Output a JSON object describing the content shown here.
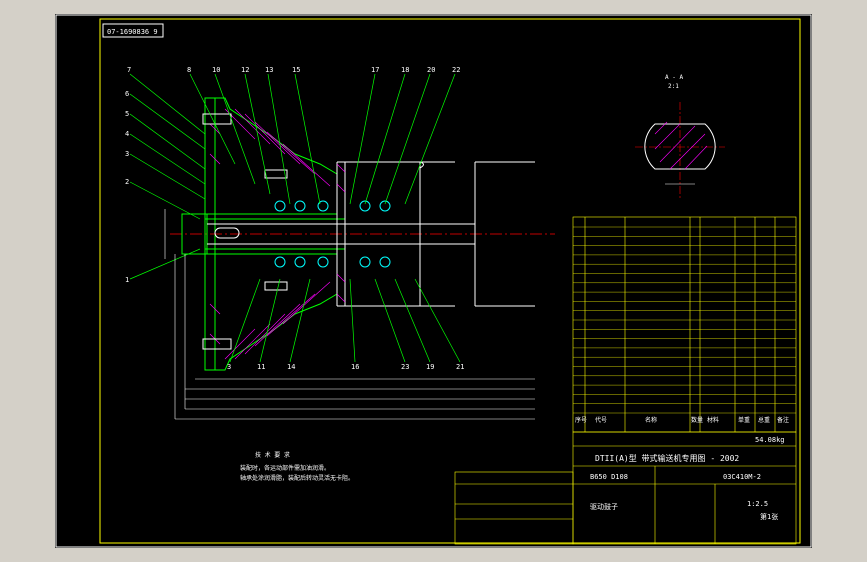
{
  "window": {
    "background": "#d4d0c8",
    "canvas_background": "#000000",
    "accent_yellow": "#ffff00",
    "accent_magenta": "#ff00ff",
    "accent_cyan": "#00ffff",
    "accent_green": "#00ff00",
    "accent_white": "#ffffff"
  },
  "drawing": {
    "stamp": "07-1690836 9",
    "balloons_top": [
      "7",
      "8",
      "10",
      "12",
      "13",
      "15",
      "17",
      "18",
      "20",
      "22"
    ],
    "balloons_left": [
      "6",
      "5",
      "4",
      "3",
      "2",
      "1"
    ],
    "balloons_bottom": [
      "3",
      "11",
      "14",
      "16",
      "23",
      "19",
      "21"
    ],
    "section_label": "A - A",
    "section_scale": "2:1",
    "notes_title": "技 术 要 求",
    "notes": [
      "装配时，各运动部件需加油润滑。",
      "轴承处涂润滑脂，装配后转动灵活无卡阻。"
    ]
  },
  "title_block": {
    "project": "DTII(A)型 带式输送机专用图 - 2002",
    "drawing_no": "B650 D108",
    "ref_no": "03C410M-2",
    "part_name": "驱动鼓子",
    "header": [
      "序号",
      "代号",
      "名称",
      "数量",
      "材料",
      "单重",
      "总重",
      "备注"
    ],
    "weight": "54.08kg",
    "scale": "1:2.5",
    "sheet": "第1张"
  }
}
